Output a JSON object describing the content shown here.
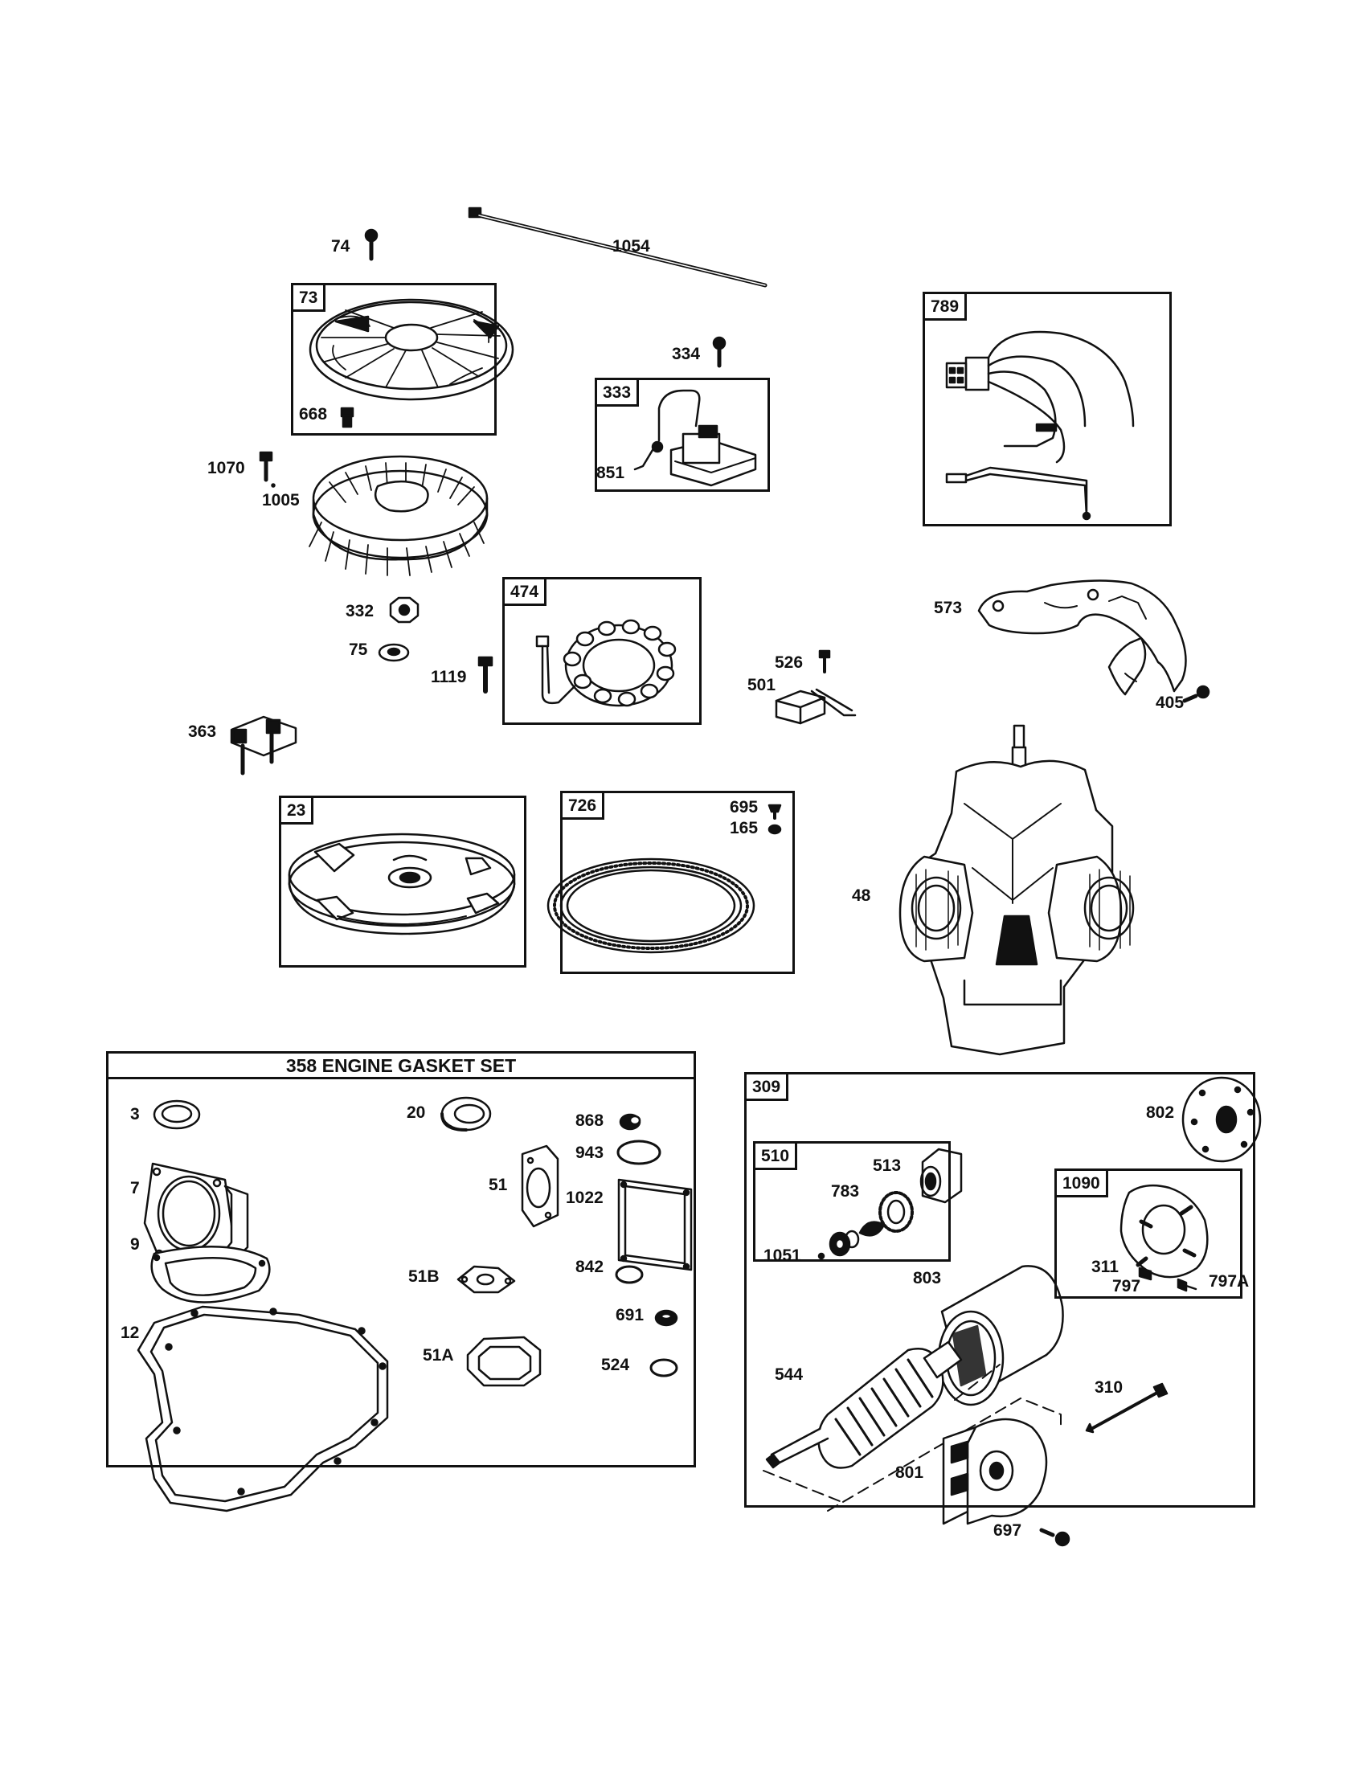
{
  "gasket_set": {
    "title": "358 ENGINE GASKET SET"
  },
  "boxes": {
    "b73": "73",
    "b333": "333",
    "b789": "789",
    "b474": "474",
    "b23": "23",
    "b726": "726",
    "b309": "309",
    "b510": "510",
    "b1090": "1090"
  },
  "labels": {
    "l74": "74",
    "l1054": "1054",
    "l334": "334",
    "l668": "668",
    "l851": "851",
    "l1070": "1070",
    "l1005": "1005",
    "l332": "332",
    "l75": "75",
    "l1119": "1119",
    "l363": "363",
    "l573": "573",
    "l526": "526",
    "l501": "501",
    "l405": "405",
    "l695": "695",
    "l165": "165",
    "l48": "48",
    "l3": "3",
    "l20": "20",
    "l868": "868",
    "l943": "943",
    "l7": "7",
    "l51": "51",
    "l1022": "1022",
    "l9": "9",
    "l51B": "51B",
    "l842": "842",
    "l12": "12",
    "l691": "691",
    "l51A": "51A",
    "l524": "524",
    "l802": "802",
    "l513": "513",
    "l783": "783",
    "l1051": "1051",
    "l311": "311",
    "l797": "797",
    "l797A": "797A",
    "l803": "803",
    "l544": "544",
    "l310": "310",
    "l801": "801",
    "l697": "697"
  }
}
